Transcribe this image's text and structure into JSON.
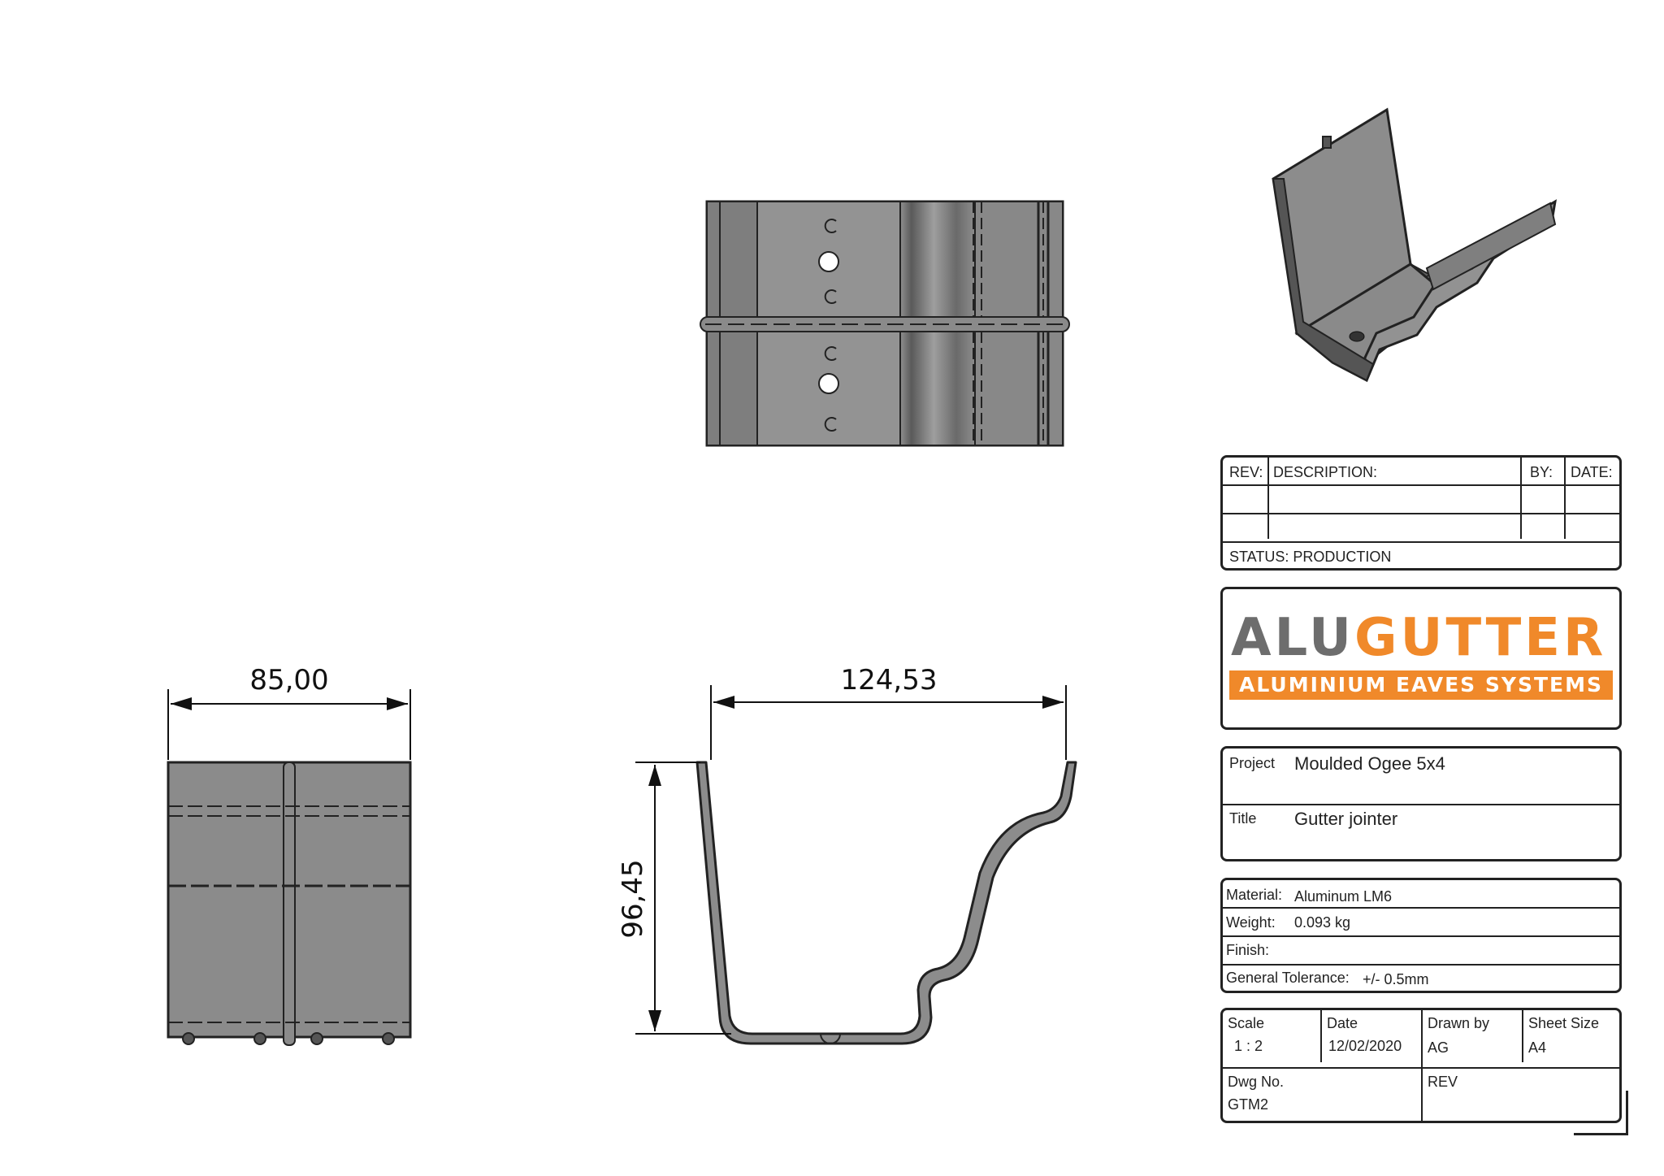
{
  "dimensions": {
    "side_width": "85,00",
    "profile_width": "124,53",
    "profile_height": "96,45"
  },
  "revision_table": {
    "rev_label": "REV:",
    "description_label": "DESCRIPTION:",
    "by_label": "BY:",
    "date_label": "DATE:",
    "status": "STATUS: PRODUCTION"
  },
  "logo": {
    "word_grey": "ALU",
    "word_orange": "GUTTER",
    "tagline": "ALUMINIUM EAVES SYSTEMS",
    "colors": {
      "grey": "#6d6d6d",
      "orange": "#f0892a"
    }
  },
  "project_block": {
    "project_label": "Project",
    "project_value": "Moulded Ogee 5x4",
    "title_label": "Title",
    "title_value": "Gutter jointer"
  },
  "material_block": {
    "material_label": "Material:",
    "material_value": "Aluminum LM6",
    "weight_label": "Weight:",
    "weight_value": "0.093 kg",
    "finish_label": "Finish:",
    "finish_value": "",
    "tolerance_label": "General Tolerance:",
    "tolerance_value": "+/- 0.5mm"
  },
  "info_block": {
    "scale_label": "Scale",
    "scale_value": "1 : 2",
    "date_label": "Date",
    "date_value": "12/02/2020",
    "drawn_by_label": "Drawn by",
    "drawn_by_value": "AG",
    "sheet_size_label": "Sheet Size",
    "sheet_size_value": "A4",
    "dwg_no_label": "Dwg No.",
    "dwg_no_value": "GTM2",
    "rev_label": "REV",
    "rev_value": ""
  },
  "icons": [
    "isometric-gutter-jointer-view",
    "top-view",
    "side-view",
    "profile-view"
  ]
}
